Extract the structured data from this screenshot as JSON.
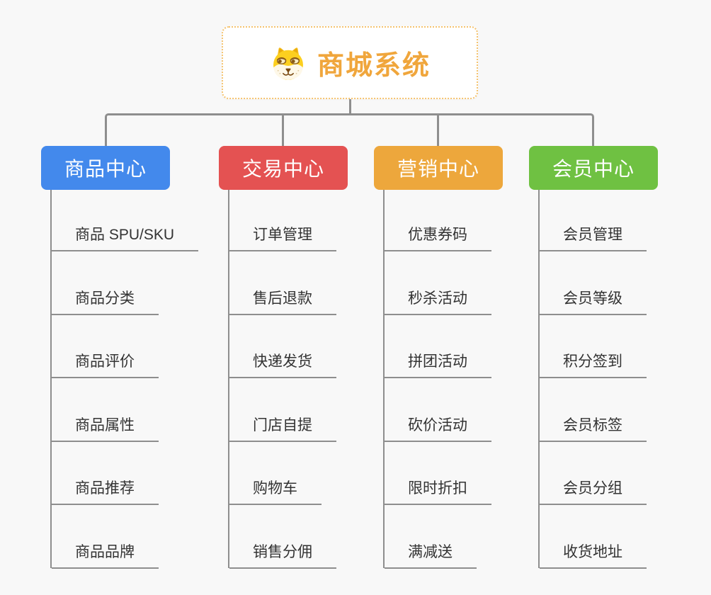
{
  "root": {
    "title": "商城系统",
    "title_color": "#f0a63c",
    "icon": "dog-icon",
    "border_color": "#f5c36f"
  },
  "connector": {
    "color": "#8e8e8e"
  },
  "background_color": "#f8f8f8",
  "leaf_text_color": "#333333",
  "branches": [
    {
      "label": "商品中心",
      "color": "#4389ec",
      "items": [
        "商品 SPU/SKU",
        "商品分类",
        "商品评价",
        "商品属性",
        "商品推荐",
        "商品品牌"
      ]
    },
    {
      "label": "交易中心",
      "color": "#e45252",
      "items": [
        "订单管理",
        "售后退款",
        "快递发货",
        "门店自提",
        "购物车",
        "销售分佣"
      ]
    },
    {
      "label": "营销中心",
      "color": "#eda73c",
      "items": [
        "优惠券码",
        "秒杀活动",
        "拼团活动",
        "砍价活动",
        "限时折扣",
        "满减送"
      ]
    },
    {
      "label": "会员中心",
      "color": "#6fc142",
      "items": [
        "会员管理",
        "会员等级",
        "积分签到",
        "会员标签",
        "会员分组",
        "收货地址"
      ]
    }
  ]
}
